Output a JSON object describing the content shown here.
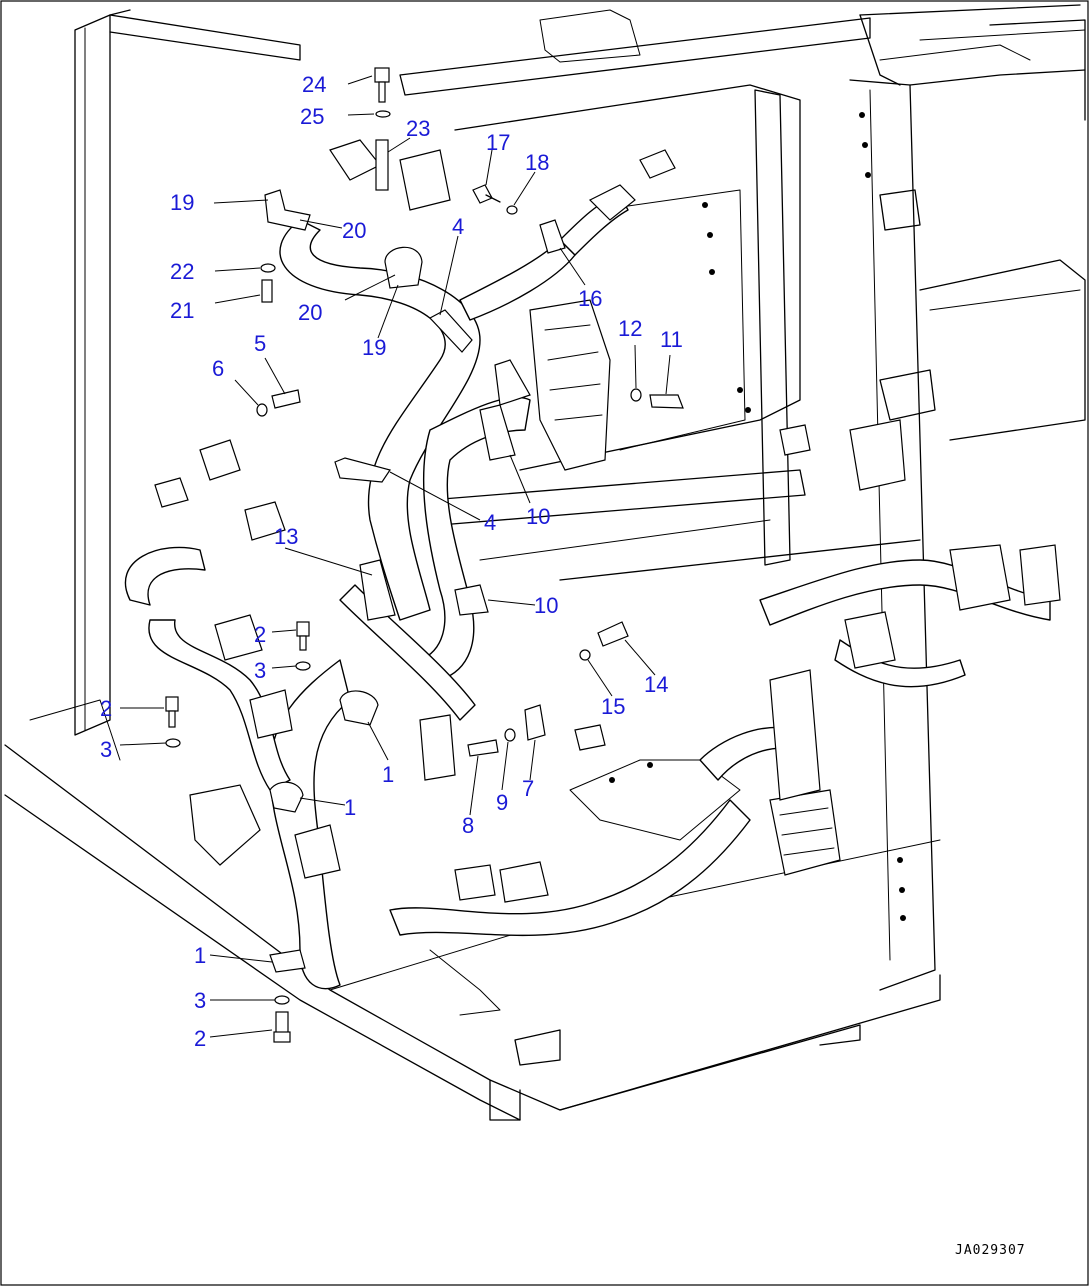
{
  "drawing": {
    "code": "JA029307",
    "callout_color": "#1a1ad6"
  },
  "callouts": [
    {
      "id": "c24",
      "label": "24"
    },
    {
      "id": "c25",
      "label": "25"
    },
    {
      "id": "c23",
      "label": "23"
    },
    {
      "id": "c17",
      "label": "17"
    },
    {
      "id": "c18",
      "label": "18"
    },
    {
      "id": "c19a",
      "label": "19"
    },
    {
      "id": "c20a",
      "label": "20"
    },
    {
      "id": "c4a",
      "label": "4"
    },
    {
      "id": "c22",
      "label": "22"
    },
    {
      "id": "c21",
      "label": "21"
    },
    {
      "id": "c20b",
      "label": "20"
    },
    {
      "id": "c19b",
      "label": "19"
    },
    {
      "id": "c16",
      "label": "16"
    },
    {
      "id": "c12",
      "label": "12"
    },
    {
      "id": "c11",
      "label": "11"
    },
    {
      "id": "c5",
      "label": "5"
    },
    {
      "id": "c6",
      "label": "6"
    },
    {
      "id": "c4b",
      "label": "4"
    },
    {
      "id": "c10a",
      "label": "10"
    },
    {
      "id": "c13",
      "label": "13"
    },
    {
      "id": "c10b",
      "label": "10"
    },
    {
      "id": "c2a",
      "label": "2"
    },
    {
      "id": "c3a",
      "label": "3"
    },
    {
      "id": "c14",
      "label": "14"
    },
    {
      "id": "c15",
      "label": "15"
    },
    {
      "id": "c2b",
      "label": "2"
    },
    {
      "id": "c3b",
      "label": "3"
    },
    {
      "id": "c1a",
      "label": "1"
    },
    {
      "id": "c7",
      "label": "7"
    },
    {
      "id": "c9",
      "label": "9"
    },
    {
      "id": "c1b",
      "label": "1"
    },
    {
      "id": "c8",
      "label": "8"
    },
    {
      "id": "c1c",
      "label": "1"
    },
    {
      "id": "c3c",
      "label": "3"
    },
    {
      "id": "c2c",
      "label": "2"
    }
  ]
}
